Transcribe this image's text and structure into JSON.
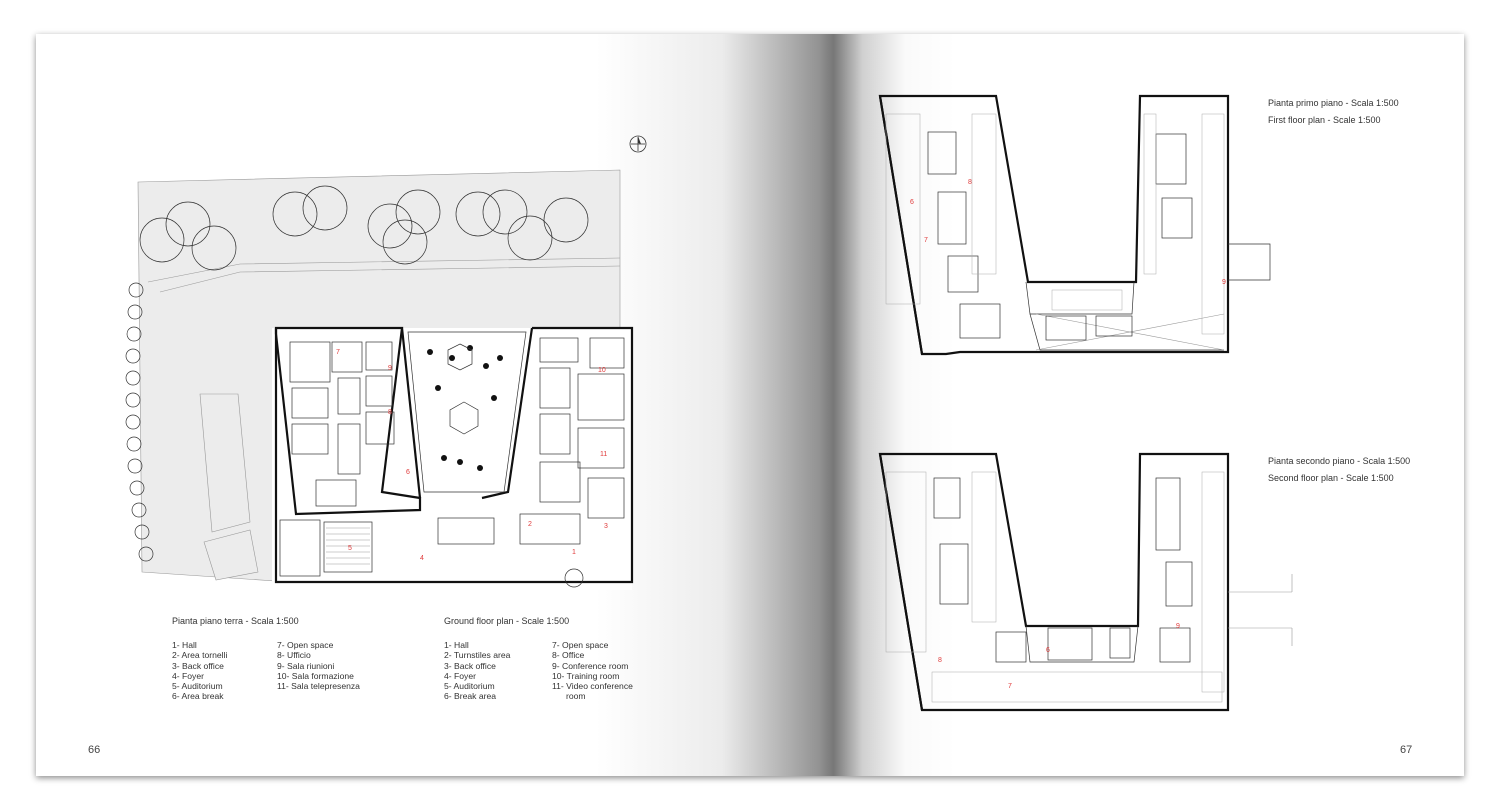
{
  "left_page": {
    "page_number": "66",
    "caption_it": "Pianta piano terra - Scala 1:500",
    "caption_en": "Ground floor plan - Scale 1:500",
    "legend_it_col1": [
      "1- Hall",
      "2- Area tornelli",
      "3- Back office",
      "4- Foyer",
      "5- Auditorium",
      "6- Area break"
    ],
    "legend_it_col2": [
      "7- Open space",
      "8- Ufficio",
      "9- Sala riunioni",
      "10- Sala formazione",
      "11- Sala telepresenza"
    ],
    "legend_en_col1": [
      "1- Hall",
      "2- Turnstiles area",
      "3- Back office",
      "4- Foyer",
      "5- Auditorium",
      "6- Break area"
    ],
    "legend_en_col2": [
      "7- Open space",
      "8- Office",
      "9- Conference room",
      "10- Training room",
      "11- Video conference",
      "room"
    ]
  },
  "right_page": {
    "page_number": "67",
    "first_floor_it": "Pianta primo piano - Scala 1:500",
    "first_floor_en": "First floor plan - Scale 1:500",
    "second_floor_it": "Pianta secondo piano - Scala 1:500",
    "second_floor_en": "Second floor plan - Scale 1:500"
  },
  "ground_plan_labels": [
    "1",
    "2",
    "3",
    "4",
    "5",
    "6",
    "7",
    "8",
    "9",
    "10",
    "11"
  ],
  "upper_plan_labels": [
    "6",
    "7",
    "8",
    "9"
  ]
}
